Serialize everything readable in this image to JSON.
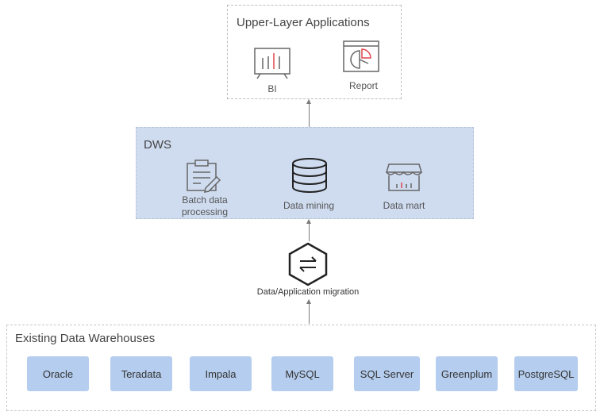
{
  "upper": {
    "title": "Upper-Layer Applications",
    "items": [
      {
        "label": "BI",
        "icon": "bi-chart-icon"
      },
      {
        "label": "Report",
        "icon": "report-pie-icon"
      }
    ]
  },
  "dws": {
    "title": "DWS",
    "items": [
      {
        "label": "Batch data\nprocessing",
        "icon": "clipboard-icon"
      },
      {
        "label": "Data mining",
        "icon": "database-icon"
      },
      {
        "label": "Data mart",
        "icon": "storefront-icon"
      }
    ]
  },
  "migration": {
    "label": "Data/Application migration",
    "icon": "exchange-arrows-icon"
  },
  "existing": {
    "title": "Existing Data Warehouses",
    "databases": [
      "Oracle",
      "Teradata",
      "Impala",
      "MySQL",
      "SQL Server",
      "Greenplum",
      "PostgreSQL"
    ]
  },
  "colors": {
    "dws_fill": "#cfdcf0",
    "db_tile": "#b5cdee",
    "accent_red": "#e0454b"
  }
}
